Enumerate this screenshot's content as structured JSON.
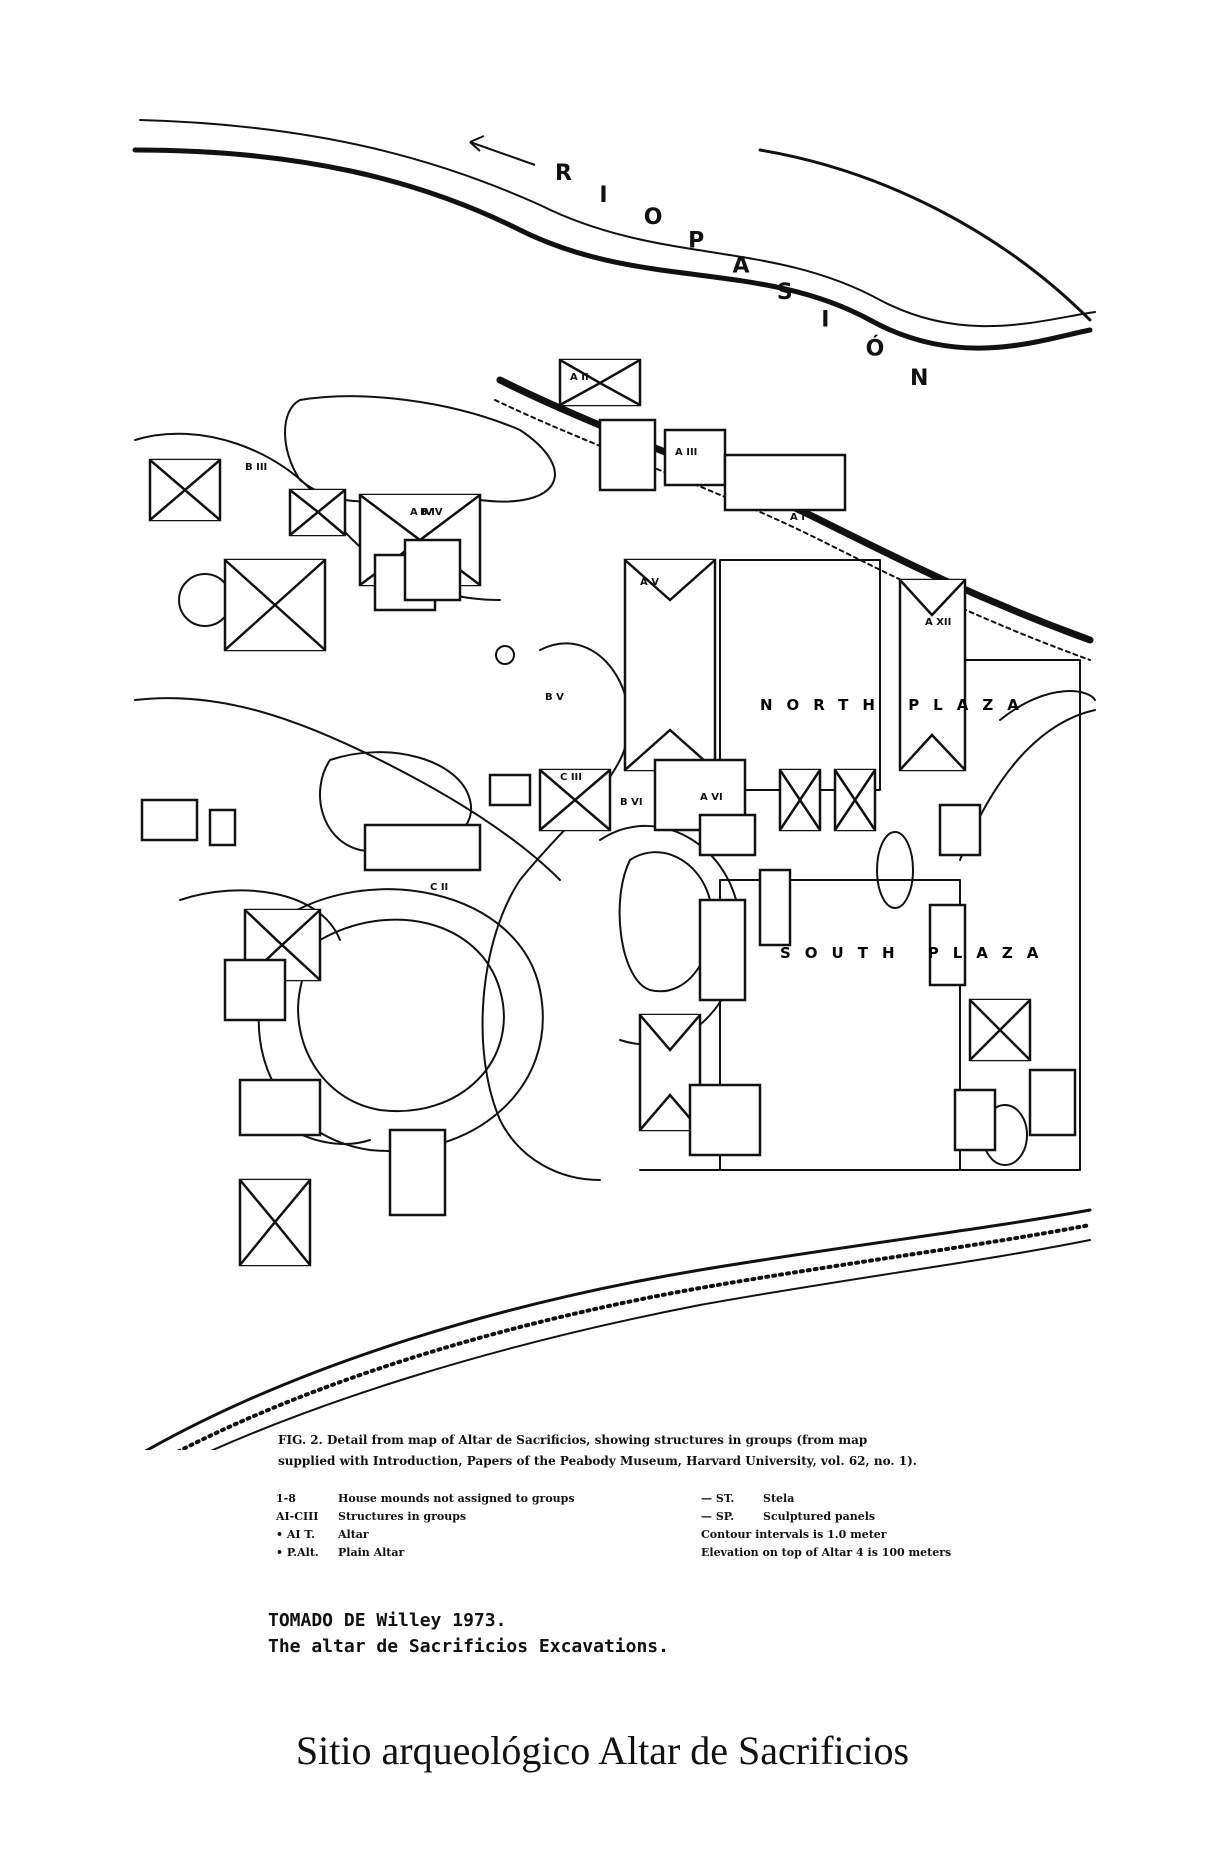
{
  "map": {
    "river_label": "RIO PASIÓN",
    "north_plaza_label": "NORTH PLAZA",
    "south_plaza_label": "SOUTH PLAZA",
    "structure_labels": [
      "A I",
      "A II",
      "A III",
      "A IV",
      "A V",
      "A VI",
      "A XII",
      "B III",
      "B IV",
      "B V",
      "B VI",
      "C II",
      "C III"
    ],
    "colors": {
      "ink": "#111111",
      "paper": "#ffffff"
    }
  },
  "caption": {
    "line1": "FIG. 2. Detail from map of Altar de Sacrificios, showing structures in groups (from map",
    "line2": "supplied with Introduction, Papers of the Peabody Museum, Harvard University, vol. 62, no. 1)."
  },
  "legend": {
    "left": [
      {
        "key": "1-8",
        "text": "House mounds not assigned to groups"
      },
      {
        "key": "AI-CIII",
        "text": "Structures in groups"
      },
      {
        "key": "• AI T.",
        "text": "Altar"
      },
      {
        "key": "• P.Alt.",
        "text": "Plain Altar"
      }
    ],
    "right": [
      {
        "key": "— ST.",
        "text": "Stela"
      },
      {
        "key": "— SP.",
        "text": "Sculptured panels"
      },
      {
        "text": "Contour intervals is 1.0 meter"
      },
      {
        "text": "Elevation on top of Altar 4 is 100 meters"
      }
    ]
  },
  "source": {
    "line1": "TOMADO DE Willey 1973.",
    "line2": "The altar de Sacrificios Excavations."
  },
  "site_title": "Sitio arqueológico Altar de Sacrificios"
}
